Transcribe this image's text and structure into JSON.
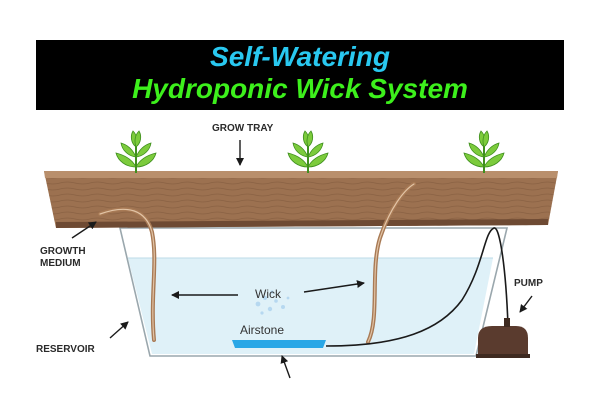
{
  "title": {
    "line1": "Self-Watering",
    "line2": "Hydroponic Wick System",
    "line1_color": "#29c8f0",
    "line2_color": "#3df01c",
    "banner_color": "#000000"
  },
  "labels": {
    "grow_tray": "GROW TRAY",
    "growth_medium_1": "GROWTH",
    "growth_medium_2": "MEDIUM",
    "reservoir": "RESERVOIR",
    "pump": "PUMP",
    "wick": "Wick",
    "airstone": "Airstone"
  },
  "colors": {
    "soil": "#9c7150",
    "soil_dark": "#6e4a33",
    "water": "#dff1f8",
    "airstone": "#2aa7e6",
    "pump": "#5a3b2e",
    "plant": "#7ccb3c",
    "plant_dark": "#3f8f1e"
  },
  "plants": [
    "plant-left",
    "plant-center",
    "plant-right"
  ]
}
